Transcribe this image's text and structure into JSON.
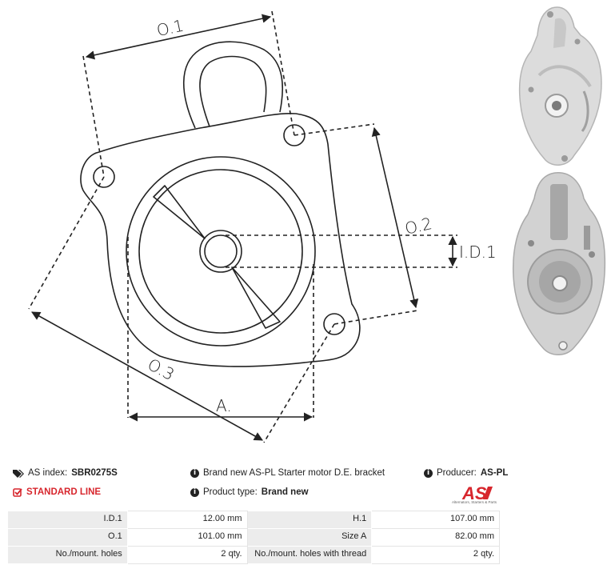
{
  "dimension_labels": {
    "o1": "O.1",
    "o2": "O.2",
    "o3": "O.3",
    "id1": "I.D.1",
    "a": "A."
  },
  "info": {
    "as_index_label": "AS index:",
    "as_index_value": "SBR0275S",
    "line": "STANDARD LINE",
    "description": "Brand new AS-PL Starter motor D.E. bracket",
    "product_type_label": "Product type:",
    "product_type_value": "Brand new",
    "producer_label": "Producer:",
    "producer_value": "AS-PL"
  },
  "logo": {
    "text": "AS",
    "subtitle": "Alternators, Starters & Parts",
    "accent_color": "#d7262d"
  },
  "specs": [
    {
      "k1": "I.D.1",
      "v1": "12.00 mm",
      "k2": "H.1",
      "v2": "107.00 mm"
    },
    {
      "k1": "O.1",
      "v1": "101.00 mm",
      "k2": "Size A",
      "v2": "82.00 mm"
    },
    {
      "k1": "No./mount. holes",
      "v1": "2 qty.",
      "k2": "No./mount. holes with thread",
      "v2": "2 qty."
    }
  ]
}
